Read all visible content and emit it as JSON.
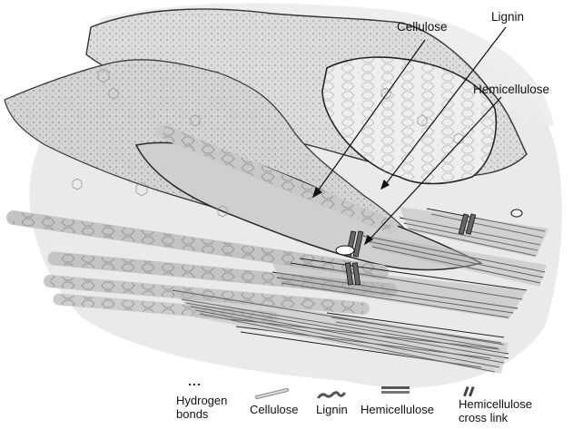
{
  "labels": {
    "cellulose": "Cellulose",
    "lignin": "Lignin",
    "hemicellulose": "Hemicellulose"
  },
  "legend": {
    "hydrogen_bonds": {
      "line1": "Hydrogen",
      "line2": "bonds"
    },
    "cellulose": "Cellulose",
    "lignin": "Lignin",
    "hemicellulose": "Hemicellulose",
    "hemicellulose_cross_link": {
      "line1": "Hemicellulose",
      "line2": "cross link"
    }
  },
  "colors": {
    "ink": "#111111",
    "lignin_fill": "#d6d6d6",
    "wash": "#e3e3e3",
    "fibre": "#bdbdbd"
  }
}
